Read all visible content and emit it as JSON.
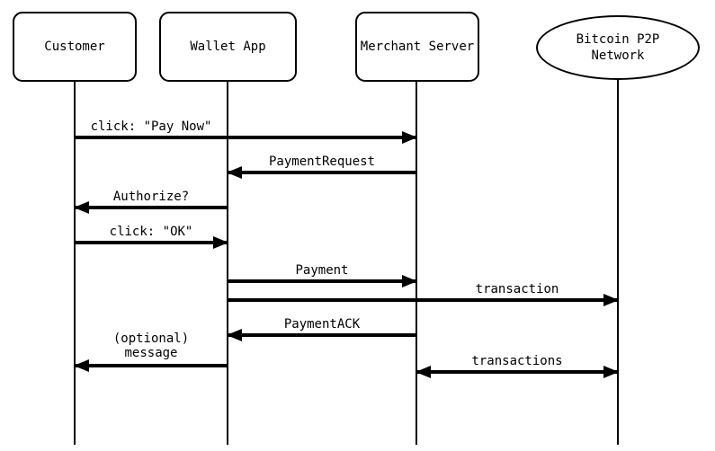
{
  "diagram": {
    "type": "sequence-diagram",
    "colors": {
      "stroke": "#000000",
      "background": "#ffffff",
      "text": "#000000"
    },
    "participants": [
      {
        "label": "Customer",
        "shape": "rounded-rect"
      },
      {
        "label": "Wallet App",
        "shape": "rounded-rect"
      },
      {
        "label": "Merchant Server",
        "shape": "rounded-rect"
      },
      {
        "label": "Bitcoin P2P\nNetwork",
        "shape": "ellipse"
      }
    ],
    "messages": [
      {
        "label": "click: \"Pay Now\"",
        "from": "Customer",
        "to": "Merchant Server",
        "direction": "right"
      },
      {
        "label": "PaymentRequest",
        "from": "Merchant Server",
        "to": "Wallet App",
        "direction": "left"
      },
      {
        "label": "Authorize?",
        "from": "Wallet App",
        "to": "Customer",
        "direction": "left"
      },
      {
        "label": "click: \"OK\"",
        "from": "Customer",
        "to": "Wallet App",
        "direction": "right"
      },
      {
        "label": "Payment",
        "from": "Wallet App",
        "to": "Merchant Server",
        "direction": "right"
      },
      {
        "label": "transaction",
        "from": "Wallet App",
        "to": "Bitcoin P2P Network",
        "direction": "right"
      },
      {
        "label": "PaymentACK",
        "from": "Merchant Server",
        "to": "Wallet App",
        "direction": "left"
      },
      {
        "label": "(optional)\nmessage",
        "from": "Wallet App",
        "to": "Customer",
        "direction": "left"
      },
      {
        "label": "transactions",
        "from": "Merchant Server",
        "to": "Bitcoin P2P Network",
        "direction": "both"
      }
    ]
  }
}
